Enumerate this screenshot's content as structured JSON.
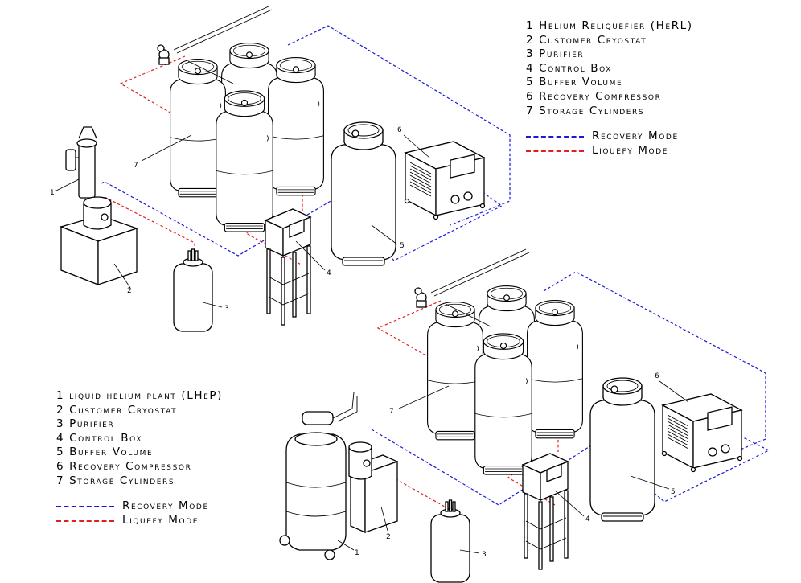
{
  "top_legend": {
    "items": [
      "1 Helium Reliquefier (HeRL)",
      "2 Customer Cryostat",
      "3 Purifier",
      "4 Control Box",
      "5 Buffer Volume",
      "6 Recovery Compressor",
      "7 Storage Cylinders"
    ],
    "recovery_mode": "Recovery Mode",
    "liquefy_mode": "Liquefy Mode"
  },
  "bottom_legend": {
    "items": [
      "1 liquid helium plant (LHeP)",
      "2 Customer Cryostat",
      "3 Purifier",
      "4 Control Box",
      "5 Buffer Volume",
      "6 Recovery Compressor",
      "7 Storage Cylinders"
    ],
    "recovery_mode": "Recovery Mode",
    "liquefy_mode": "Liquefy Mode"
  },
  "callouts_top": [
    "1",
    "2",
    "3",
    "4",
    "5",
    "6",
    "7"
  ],
  "callouts_bottom": [
    "1",
    "2",
    "3",
    "4",
    "5",
    "6",
    "7"
  ],
  "colors": {
    "recovery": "#1a1ad6",
    "liquefy": "#e02020",
    "line": "#000000"
  }
}
